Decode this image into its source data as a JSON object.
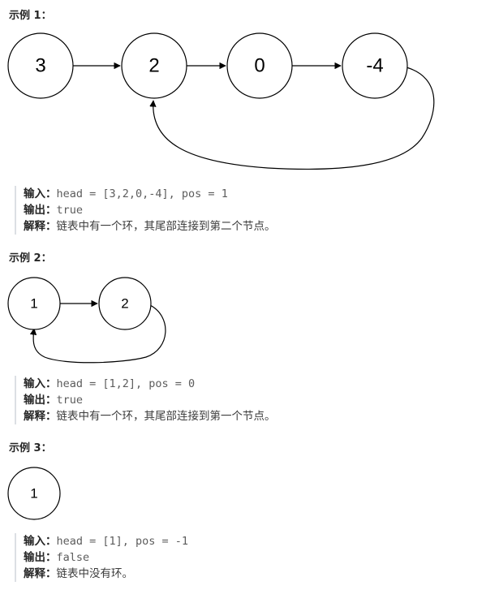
{
  "examples": [
    {
      "title": "示例 1：",
      "nodes": [
        "3",
        "2",
        "0",
        "-4"
      ],
      "input_label": "输入：",
      "input_value": "head = [3,2,0,-4], pos = 1",
      "output_label": "输出：",
      "output_value": "true",
      "explain_label": "解释：",
      "explain_value": "链表中有一个环，其尾部连接到第二个节点。"
    },
    {
      "title": "示例 2：",
      "nodes": [
        "1",
        "2"
      ],
      "input_label": "输入：",
      "input_value": "head = [1,2], pos = 0",
      "output_label": "输出：",
      "output_value": "true",
      "explain_label": "解释：",
      "explain_value": "链表中有一个环，其尾部连接到第一个节点。"
    },
    {
      "title": "示例 3：",
      "nodes": [
        "1"
      ],
      "input_label": "输入：",
      "input_value": "head = [1], pos = -1",
      "output_label": "输出：",
      "output_value": "false",
      "explain_label": "解释：",
      "explain_value": "链表中没有环。"
    }
  ]
}
